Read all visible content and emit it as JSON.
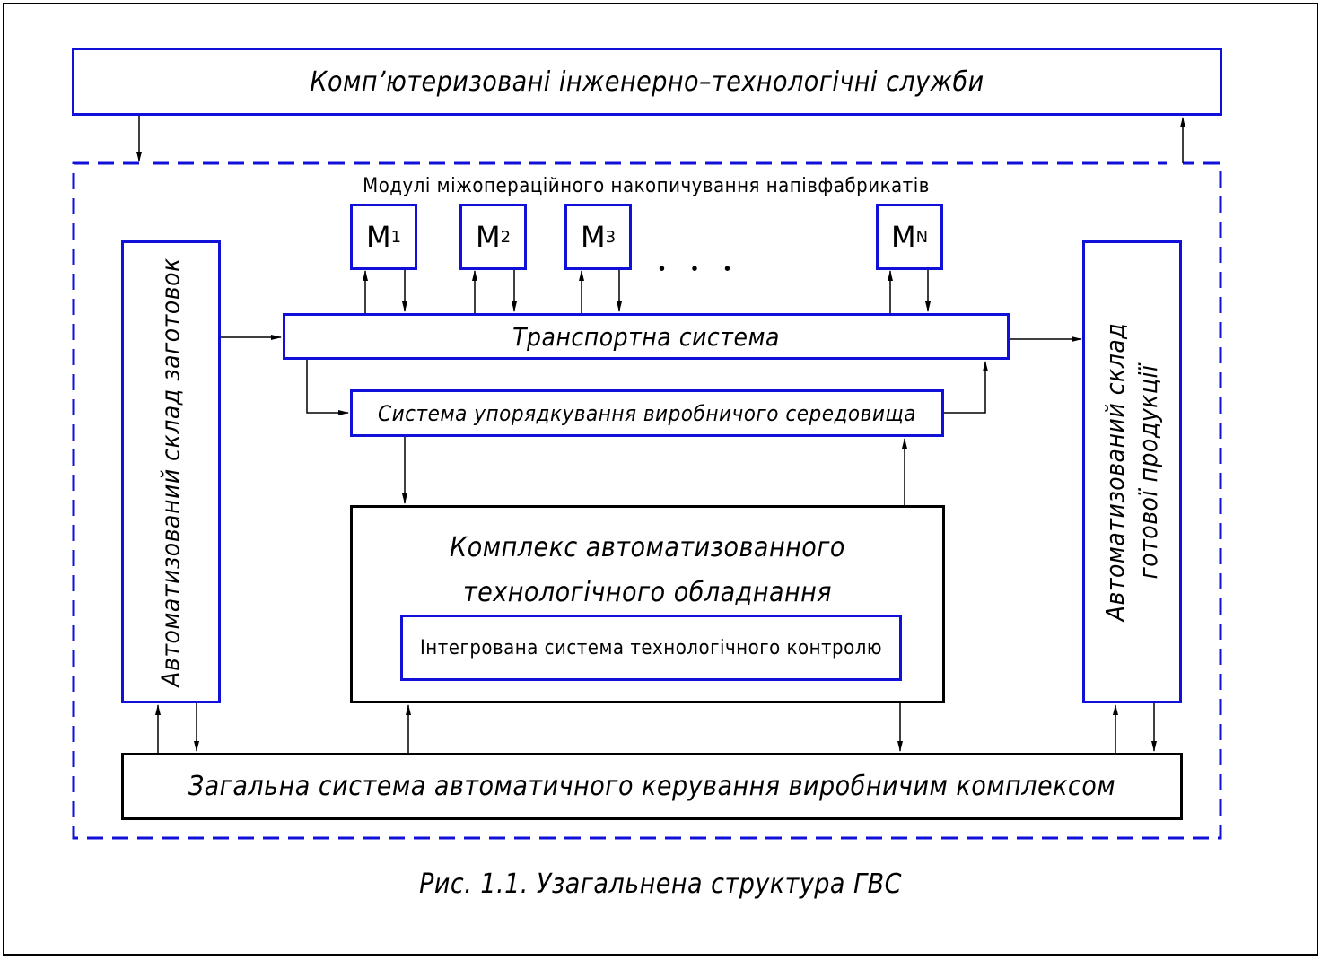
{
  "top_box": {
    "label": "Комп’ютеризовані інженерно–технологічні служби"
  },
  "modules": {
    "caption": "Модулі міжопераційного накопичування напівфабрикатів",
    "items": [
      {
        "letter": "M",
        "index": "1"
      },
      {
        "letter": "M",
        "index": "2"
      },
      {
        "letter": "M",
        "index": "3"
      },
      {
        "letter": "M",
        "index": "N"
      }
    ],
    "ellipsis": "• • •"
  },
  "left_warehouse": {
    "label": "Автоматизований склад заготовок"
  },
  "right_warehouse": {
    "line1": "Автоматизований склад",
    "line2": "готової продукції"
  },
  "transport": {
    "label": "Транспортна система"
  },
  "ordering": {
    "label": "Система упорядкування виробничого середовища"
  },
  "complex": {
    "line1": "Комплекс автоматизованного",
    "line2": "технологічного обладнання"
  },
  "control": {
    "label": "Інтегрована система технологічного контролю"
  },
  "management": {
    "label": "Загальна система автоматичного керування виробничим комплексом"
  },
  "figure_caption": "Рис. 1.1. Узагальнена структура ГВС",
  "colors": {
    "accent": "#1010d8",
    "line": "#000000"
  }
}
